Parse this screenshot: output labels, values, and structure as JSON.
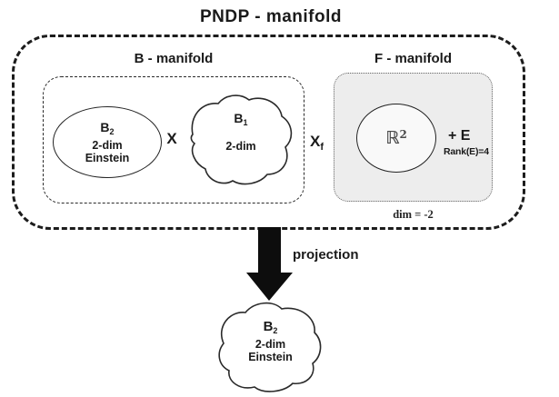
{
  "title": "PNDP - manifold",
  "b_manifold": {
    "label": "B - manifold",
    "ellipse": {
      "base": "B",
      "sub": "2",
      "line1": "2-dim",
      "line2": "Einstein"
    },
    "product_symbol": "X",
    "blob": {
      "base": "B",
      "sub": "1",
      "line1": "2-dim"
    }
  },
  "fiber_product_symbol": {
    "base": "X",
    "sub": "f"
  },
  "f_manifold": {
    "label": "F - manifold",
    "space": {
      "base": "ℝ",
      "sup": "2"
    },
    "bundle": "+ E",
    "rank": "Rank(E)=4",
    "dim": "dim = -2"
  },
  "projection_label": "projection",
  "result": {
    "base": "B",
    "sub": "2",
    "line1": "2-dim",
    "line2": "Einstein"
  },
  "colors": {
    "ink": "#1a1a1a",
    "f_box_fill": "#ededed",
    "arrow_fill": "#0d0d0d"
  }
}
